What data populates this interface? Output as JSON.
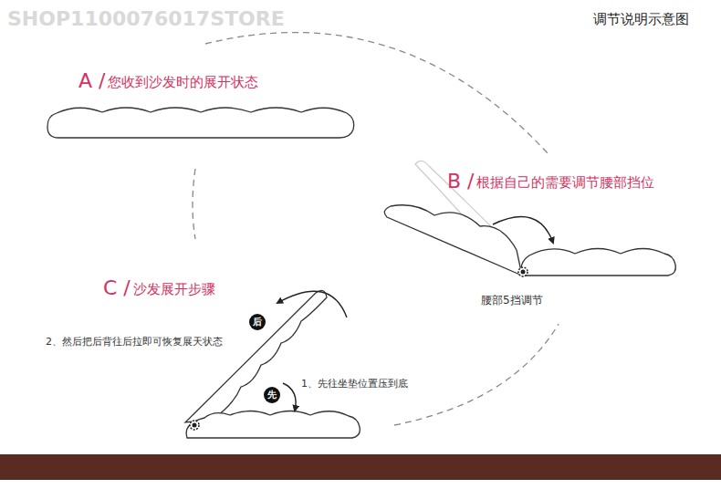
{
  "diagram": {
    "title": "调节说明示意图",
    "nodes": [
      {
        "text": [
          "后"
        ]
      },
      {
        "text": [
          "先"
        ]
      }
    ],
    "labels": [
      "SHOP1100076017STORE",
      "A /",
      "您收到沙发时的展开状态",
      "B /",
      "根据自己的需要调节腰部挡位",
      "腰部5挡调节",
      "C /",
      "沙发展开步骤",
      "2、然后把后背往后拉即可恢复展天状态",
      "1、先往坐垫位置压到底"
    ]
  }
}
